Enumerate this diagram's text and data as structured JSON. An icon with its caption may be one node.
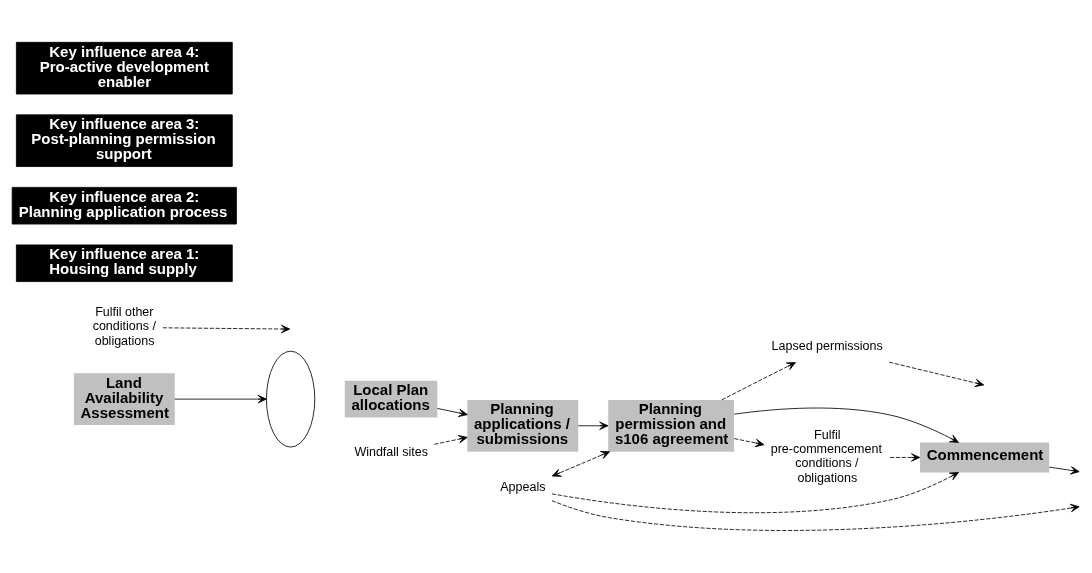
{
  "diagram": {
    "nodes": [
      {
        "text": [
          "Land Availability Assessment"
        ]
      },
      {
        "text": [],
        "shape": "ellipse"
      },
      {
        "text": [
          "Local Plan allocations"
        ]
      },
      {
        "text": [
          "Planning applications / submissions"
        ]
      },
      {
        "text": [
          "Planning permission and s106 agreement"
        ]
      },
      {
        "text": [
          "Commencement"
        ]
      },
      {
        "text": [
          "Appeals"
        ]
      },
      {
        "text": [
          "Windfall sites"
        ]
      },
      {
        "text": [
          "Fulfil pre-commencement conditions / obligations"
        ]
      },
      {
        "text": [
          "Lapsed permissions"
        ]
      },
      {
        "text": [
          "Fulfil other conditions / obligations"
        ]
      }
    ],
    "edges": [
      {
        "from": 0,
        "to": 1,
        "arrow": "to"
      },
      {
        "from": 2,
        "to": 3,
        "arrow": "to"
      },
      {
        "from": 3,
        "to": 4,
        "arrow": "to"
      },
      {
        "from": 4,
        "to": 5,
        "arrow": "to"
      },
      {
        "from": 5,
        "to": null,
        "arrow": "to"
      },
      {
        "from": 6,
        "to": null,
        "arrow": "to",
        "style": "dashed"
      },
      {
        "from": 6,
        "to": 5,
        "arrow": "to",
        "style": "dashed"
      },
      {
        "from": 6,
        "to": 4,
        "arrow": "both",
        "style": "dashed"
      },
      {
        "from": 7,
        "to": 3,
        "arrow": "to",
        "style": "dashed"
      },
      {
        "from": 4,
        "to": 8,
        "arrow": "to",
        "style": "dashed"
      },
      {
        "from": 4,
        "to": 9,
        "arrow": "to",
        "style": "dashed"
      },
      {
        "from": 9,
        "to": null,
        "arrow": "to",
        "style": "dashed"
      },
      {
        "from": 8,
        "to": 5,
        "arrow": "to",
        "style": "dashed"
      },
      {
        "from": 10,
        "to": null,
        "arrow": "to",
        "style": "dashed"
      }
    ],
    "labels": [
      "Key influence area 1: Housing land supply",
      "Key influence area 2: Planning application process",
      "Key influence area 3: Post-planning permission support",
      "Key influence area 4: Pro-active development enabler"
    ]
  }
}
